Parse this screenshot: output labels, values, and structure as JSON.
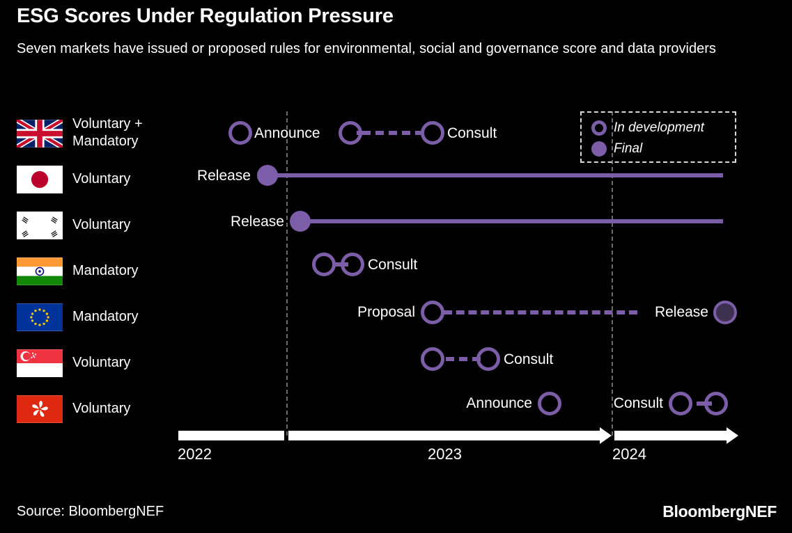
{
  "header": {
    "title": "ESG Scores Under Regulation Pressure",
    "subtitle": "Seven markets have issued or proposed rules for environmental, social and governance score and data providers"
  },
  "footer": {
    "source": "Source: BloombergNEF",
    "brand": "BloombergNEF"
  },
  "legend": {
    "items": [
      {
        "label": "In development",
        "style": "hollow"
      },
      {
        "label": "Final",
        "style": "filled"
      }
    ]
  },
  "colors": {
    "background": "#000000",
    "accent_purple": "#7b5ea7",
    "final_dim": "#3e3050",
    "gridline": "#6b6b6b",
    "text": "#ffffff"
  },
  "chart_data": {
    "type": "timeline",
    "title": "ESG Scores Under Regulation Pressure",
    "subtitle": "Seven markets have issued or proposed rules for environmental, social and governance score and data providers",
    "xlabel": "",
    "ylabel": "",
    "axis": {
      "ticks": [
        "2022",
        "2023",
        "2024"
      ],
      "tick_x": [
        283,
        642,
        907
      ],
      "gridlines": [
        411,
        878
      ],
      "grid": true
    },
    "legend_position": "top-right",
    "rows": [
      {
        "market": "United Kingdom",
        "flag": "uk-flag",
        "label": "Voluntary +\nMandatory",
        "events": [
          {
            "name": "Announce",
            "status": "In development",
            "label_side": "right"
          },
          {
            "name": "",
            "status": "In development",
            "label_side": "none"
          },
          {
            "name": "Consult",
            "status": "In development",
            "label_side": "right"
          }
        ]
      },
      {
        "market": "Japan",
        "flag": "japan-flag",
        "label": "Voluntary",
        "events": [
          {
            "name": "Release",
            "status": "Final",
            "label_side": "left"
          }
        ]
      },
      {
        "market": "South Korea",
        "flag": "south-korea-flag",
        "label": "Voluntary",
        "events": [
          {
            "name": "Release",
            "status": "Final",
            "label_side": "left"
          }
        ]
      },
      {
        "market": "India",
        "flag": "india-flag",
        "label": "Mandatory",
        "events": [
          {
            "name": "",
            "status": "In development",
            "label_side": "none"
          },
          {
            "name": "Consult",
            "status": "In development",
            "label_side": "right"
          }
        ]
      },
      {
        "market": "European Union",
        "flag": "eu-flag",
        "label": "Mandatory",
        "events": [
          {
            "name": "Proposal",
            "status": "In development",
            "label_side": "left"
          },
          {
            "name": "Release",
            "status": "Final",
            "label_side": "left"
          }
        ]
      },
      {
        "market": "Singapore",
        "flag": "singapore-flag",
        "label": "Voluntary",
        "events": [
          {
            "name": "",
            "status": "In development",
            "label_side": "none"
          },
          {
            "name": "Consult",
            "status": "In development",
            "label_side": "right"
          }
        ]
      },
      {
        "market": "Hong Kong",
        "flag": "hong-kong-flag",
        "label": "Voluntary",
        "events": [
          {
            "name": "Announce",
            "status": "In development",
            "label_side": "left"
          },
          {
            "name": "Consult",
            "status": "In development",
            "label_side": "left"
          },
          {
            "name": "",
            "status": "In development",
            "label_side": "none"
          }
        ]
      }
    ]
  }
}
